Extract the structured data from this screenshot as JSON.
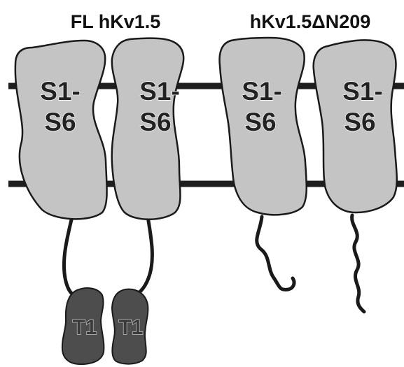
{
  "headings": {
    "full_length": "FL hKv1.5",
    "truncated": "hKv1.5ΔN209"
  },
  "subunits": [
    {
      "line1": "S1-",
      "line2": "S6"
    },
    {
      "line1": "S1-",
      "line2": "S6"
    },
    {
      "line1": "S1-",
      "line2": "S6"
    },
    {
      "line1": "S1-",
      "line2": "S6"
    }
  ],
  "t1_domains": [
    {
      "label": "T1"
    },
    {
      "label": "T1"
    }
  ],
  "colors": {
    "transmembrane_fill": "#c4c4c4",
    "t1_fill": "#4d4d4d",
    "membrane_line": "#1e1e1e",
    "outline": "#1a1a1a"
  }
}
